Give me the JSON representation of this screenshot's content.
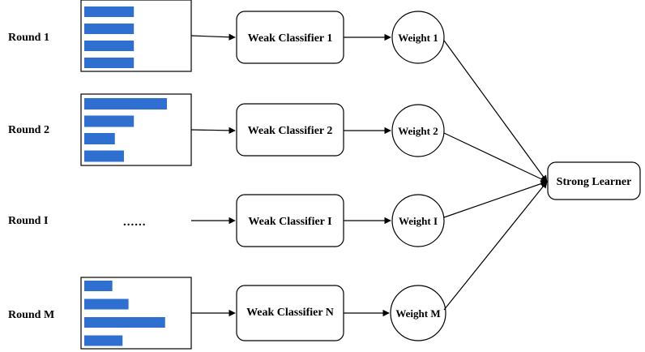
{
  "rounds": [
    {
      "label": "Round 1",
      "classifier": "Weak Classifier 1",
      "weight": "Weight 1",
      "bars": [
        0.6,
        0.6,
        0.6,
        0.6
      ]
    },
    {
      "label": "Round 2",
      "classifier": "Weak Classifier 2",
      "weight": "Weight 2",
      "bars": [
        1.0,
        0.6,
        0.37,
        0.48
      ]
    },
    {
      "label": "Round I",
      "classifier": "Weak Classifier I",
      "weight": "Weight I",
      "ellipsis": "......"
    },
    {
      "label": "Round M",
      "classifier": "Weak Classifier N",
      "weight": "Weight M",
      "bars": [
        0.33,
        0.52,
        0.95,
        0.45
      ]
    }
  ],
  "output": {
    "label": "Strong Learner"
  },
  "colors": {
    "bar": "#2f6fcf",
    "stroke": "#000000"
  }
}
